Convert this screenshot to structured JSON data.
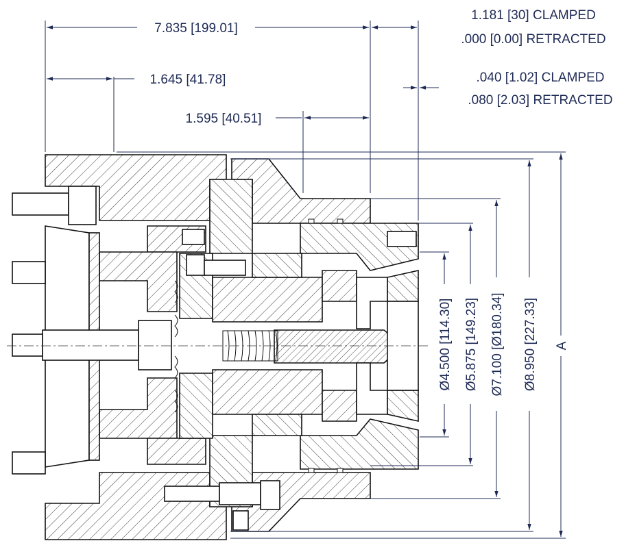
{
  "drawing": {
    "colors": {
      "dimension": "#1e2a55",
      "outline": "#111111",
      "background": "#ffffff"
    },
    "dimensions": {
      "overall_length": "7.835 [199.01]",
      "flange_depth": "1.645 [41.78]",
      "nose_depth": "1.595 [40.51]",
      "stroke_clamped": "1.181 [30] CLAMPED",
      "stroke_retracted": ".000 [0.00] RETRACTED",
      "gap_clamped": ".040 [1.02] CLAMPED",
      "gap_retracted": ".080 [2.03] RETRACTED",
      "dia_1": "Ø4.500 [114.30]",
      "dia_2": "Ø5.875 [149.23]",
      "dia_3": "Ø7.100 [Ø180.34]",
      "dia_4": "Ø8.950 [227.33]",
      "section_label": "A"
    }
  }
}
